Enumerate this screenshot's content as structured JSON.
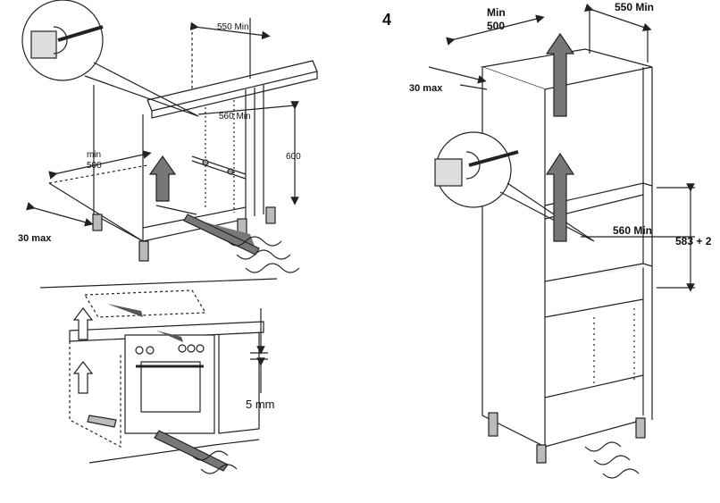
{
  "step_number": "4",
  "panel_top_left": {
    "depth_min": "550 Min",
    "inner_width_min": "560 Min",
    "height": "600",
    "depth_lower_min_line1": "min",
    "depth_lower_min_line2": "500",
    "offset_max": "30 max"
  },
  "panel_bottom_left": {
    "gap": "5 mm"
  },
  "panel_right": {
    "top_min_line1": "Min",
    "top_min_line2": "500",
    "depth_min": "550 Min",
    "offset_max": "30 max",
    "inner_width_min": "560 Min",
    "niche_height": "583 + 2"
  },
  "colors": {
    "line": "#222222",
    "arrow_fill": "#7a7a7a",
    "shelf_fill": "#f2f2f2"
  }
}
